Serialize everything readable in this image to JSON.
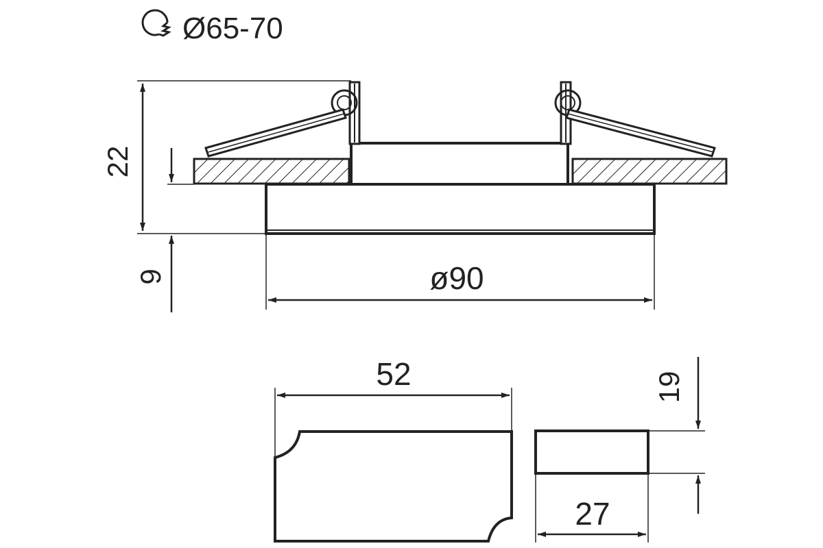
{
  "cutout": {
    "icon": "hole-saw-icon",
    "label": "Ø65-70"
  },
  "dimensions": {
    "total_height": "22",
    "below_ceiling_height": "9",
    "outer_diameter": "ø90",
    "box_length": "52",
    "box_height": "19",
    "box_width": "27"
  },
  "colors": {
    "line": "#222222",
    "background": "#ffffff"
  }
}
